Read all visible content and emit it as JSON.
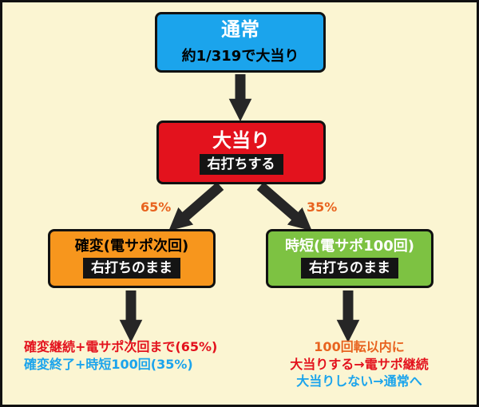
{
  "nodes": {
    "normal": {
      "title": "通常",
      "sub": "約1/319で大当り"
    },
    "bonus": {
      "title": "大当り",
      "tag": "右打ちする"
    },
    "kakuhen": {
      "title": "確変(電サポ次回)",
      "tag": "右打ちのまま"
    },
    "jitan": {
      "title": "時短(電サポ100回)",
      "tag": "右打ちのまま"
    }
  },
  "branches": {
    "left_pct": "65%",
    "right_pct": "35%"
  },
  "notes": {
    "left": [
      "確変継続+電サポ次回まで(65%)",
      "確変終了+時短100回(35%)"
    ],
    "right": [
      "100回転以内に",
      "大当りする→電サポ継続",
      "大当りしない→通常へ"
    ]
  },
  "colors": {
    "background": "#fbf5d2",
    "normal": "#1ba4ec",
    "bonus": "#e3121d",
    "kakuhen": "#f7961d",
    "jitan": "#7dc242",
    "arrow": "#262626",
    "pct": "#e8631f",
    "note_red": "#e3121d",
    "note_blue": "#1ba4ec",
    "note_orange": "#e8631f"
  }
}
